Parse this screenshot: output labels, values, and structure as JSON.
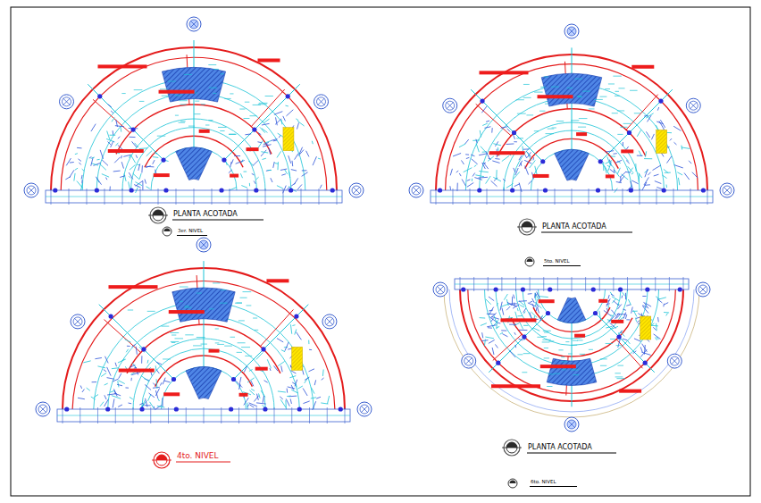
{
  "diagram": {
    "labels": [
      "PLANTA ACOTADA",
      "3er. NIVEL",
      "PLANTA ACOTADA",
      "5to. NIVEL",
      "4to. NIVEL",
      "PLANTA ACOTADA",
      "6to. NIVEL"
    ]
  }
}
